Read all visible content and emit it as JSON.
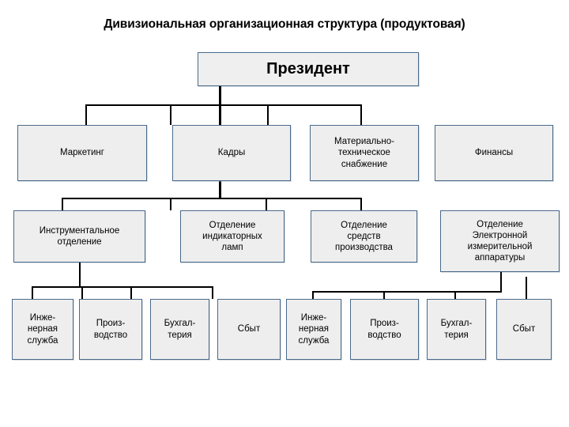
{
  "title": "Дивизиональная организационная структура  (продуктовая)",
  "chart": {
    "type": "org-chart",
    "root": {
      "label": "Президент"
    },
    "level1": [
      {
        "label": "Маркетинг"
      },
      {
        "label": "Кадры"
      },
      {
        "label": "Материально-\nтехническое\nснабжение"
      },
      {
        "label": "Финансы"
      }
    ],
    "level2": [
      {
        "label": "Инструментальное\nотделение"
      },
      {
        "label": "Отделение\nиндикаторных\nламп"
      },
      {
        "label": "Отделение\nсредств\nпроизводства"
      },
      {
        "label": "Отделение\nЭлектронной\nизмерительной\nаппаратуры"
      }
    ],
    "level3": [
      {
        "label": "Инже-\nнерная\nслужба"
      },
      {
        "label": "Произ-\nводство"
      },
      {
        "label": "Бухгал-\nтерия"
      },
      {
        "label": "Сбыт"
      },
      {
        "label": "Инже-\nнерная\nслужба"
      },
      {
        "label": "Произ-\nводство"
      },
      {
        "label": "Бухгал-\nтерия"
      },
      {
        "label": "Сбыт"
      }
    ]
  },
  "colors": {
    "box_fill": "#eeeeee",
    "box_border": "#4a6a8a",
    "connector": "#000000",
    "text": "#000000",
    "background": "#ffffff"
  }
}
